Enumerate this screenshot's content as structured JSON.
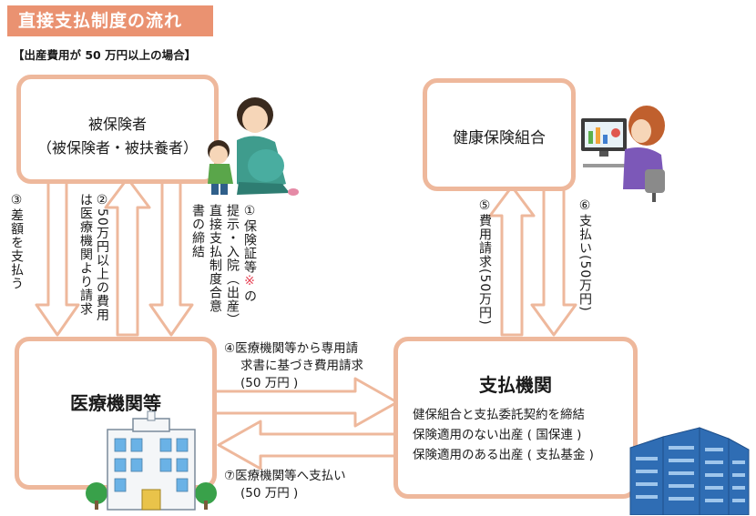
{
  "header": {
    "title": "直接支払制度の流れ",
    "subtitle": "【出産費用が 50 万円以上の場合】"
  },
  "nodes": {
    "insured_line1": "被保険者",
    "insured_line2": "（被保険者・被扶養者）",
    "health_union": "健康保険組合",
    "medical": "医療機関等",
    "payment_org": "支払機関",
    "payment_org_lines": [
      "健保組合と支払委託契約を締結",
      "保険適用のない出産 ( 国保連 )",
      "保険適用のある出産 ( 支払基金 )"
    ]
  },
  "steps": {
    "s1_col1": "①保険証等",
    "s1_mark": "※",
    "s1_col1_end": "の",
    "s1_col2": "提示・入院（出産）",
    "s1_col3": "直接支払制度合意",
    "s1_col4": "書の締結",
    "s2_col1": "②50万円以上の費用",
    "s2_col2": "は医療機関より請求",
    "s3": "③差額を支払う",
    "s4_line1": "④医療機関等から専用請",
    "s4_line2": "求書に基づき費用請求",
    "s4_line3": "(50 万円 )",
    "s5_col1": "⑤費用請求(50万円)",
    "s6": "⑥支払い(50万円)",
    "s7_line1": "⑦医療機関等へ支払い",
    "s7_line2": "(50 万円 )"
  },
  "colors": {
    "banner": "#ea9271",
    "box_border": "#eeb89c",
    "arrow_stroke": "#eeb89c",
    "note_mark": "#e7495b",
    "building_blue": "#2f6db4"
  }
}
